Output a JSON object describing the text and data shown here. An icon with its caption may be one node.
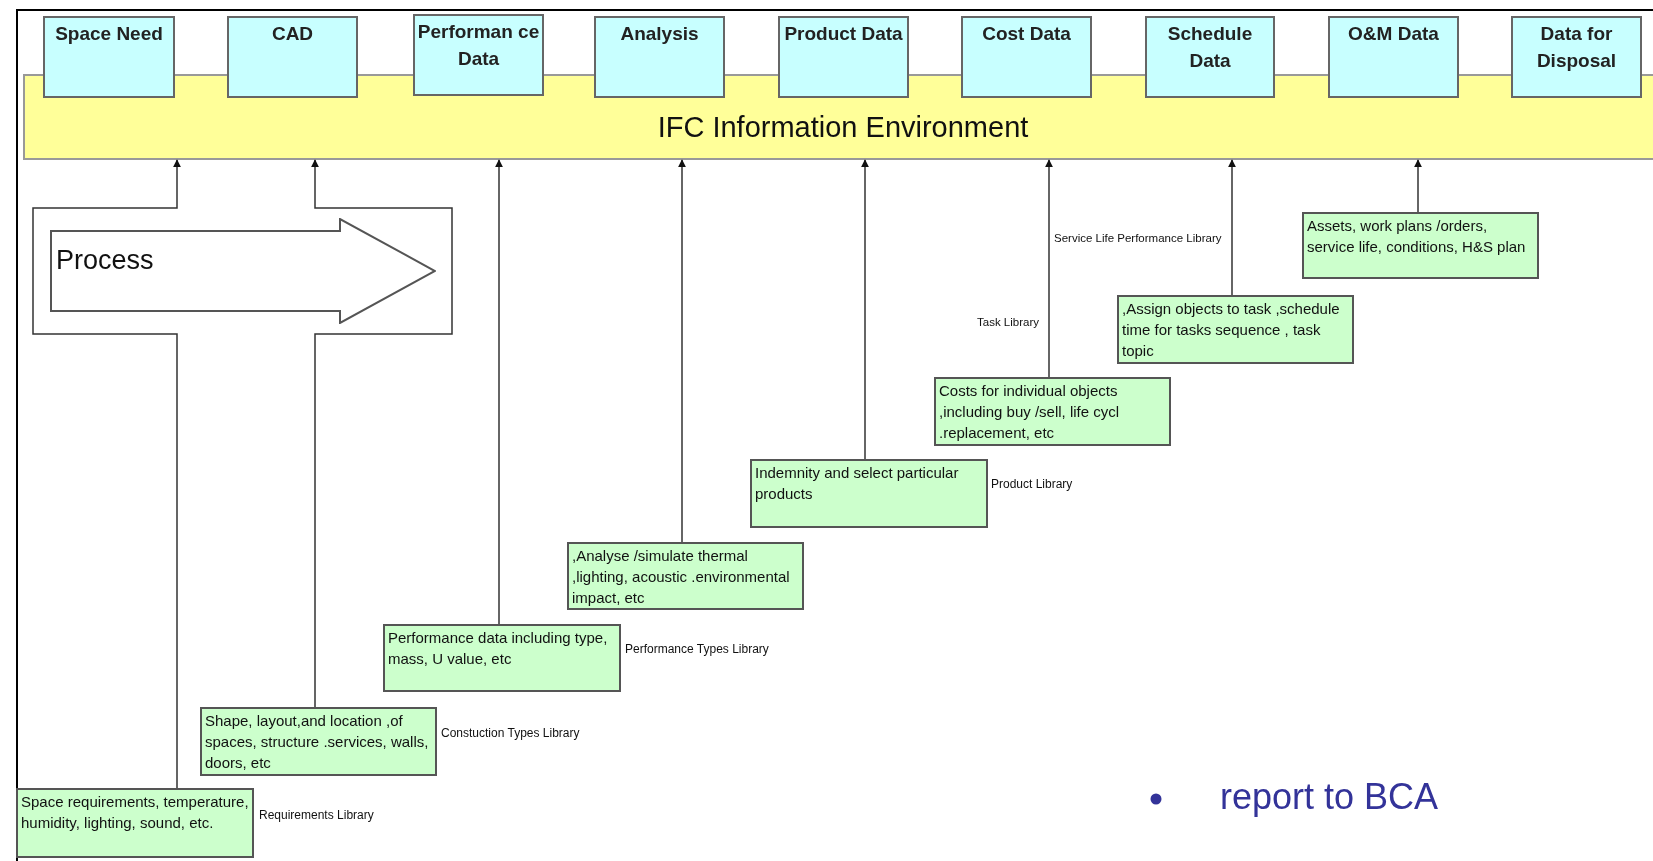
{
  "diagram": {
    "nodes": [
      {
        "text": [
          "Space Need"
        ]
      },
      {
        "text": [
          "CAD"
        ]
      },
      {
        "text": [
          "Performan ce Data"
        ]
      },
      {
        "text": [
          "Analysis"
        ]
      },
      {
        "text": [
          "Product Data"
        ]
      },
      {
        "text": [
          "Cost Data"
        ]
      },
      {
        "text": [
          "Schedule Data"
        ]
      },
      {
        "text": [
          "O&M Data"
        ]
      },
      {
        "text": [
          "Data for Disposal"
        ]
      },
      {
        "text": [
          "IFC Information Environment"
        ]
      },
      {
        "text": [
          "Process"
        ]
      },
      {
        "text": [
          "Space requirements, temperature, humidity, lighting, sound, etc."
        ],
        "beside": [
          "Requirements Library"
        ]
      },
      {
        "text": [
          "Shape, layout,and location ,of spaces, structure .services, walls, doors, etc"
        ],
        "beside": [
          "Constuction Types Library"
        ]
      },
      {
        "text": [
          "Performance data including type, mass, U value, etc"
        ],
        "beside": [
          "Performance Types Library"
        ]
      },
      {
        "text": [
          ",Analyse /simulate thermal ,lighting, acoustic .environmental impact, etc"
        ]
      },
      {
        "text": [
          "Indemnity and select particular products"
        ],
        "beside": [
          "Product Library"
        ]
      },
      {
        "text": [
          "Costs for individual objects ,including buy /sell, life cycl .replacement, etc"
        ]
      },
      {
        "text": [
          ",Assign objects to task ,schedule time for tasks sequence , task topic"
        ]
      },
      {
        "text": [
          "Assets, work plans /orders, service life, conditions, H&S plan"
        ]
      }
    ],
    "edges": [
      {
        "from": 11,
        "to": 9,
        "arrow": "to"
      },
      {
        "from": 12,
        "to": 9,
        "arrow": "to"
      },
      {
        "from": 13,
        "to": 9,
        "arrow": "to"
      },
      {
        "from": 14,
        "to": 9,
        "arrow": "to"
      },
      {
        "from": 15,
        "to": 9,
        "arrow": "to"
      },
      {
        "from": 16,
        "to": 9,
        "arrow": "to"
      },
      {
        "from": 17,
        "to": 9,
        "arrow": "to"
      },
      {
        "from": 18,
        "to": 9,
        "arrow": "to"
      }
    ],
    "labels": [
      "Service Life Performance Library",
      "Task Library",
      "report to BCA"
    ]
  }
}
